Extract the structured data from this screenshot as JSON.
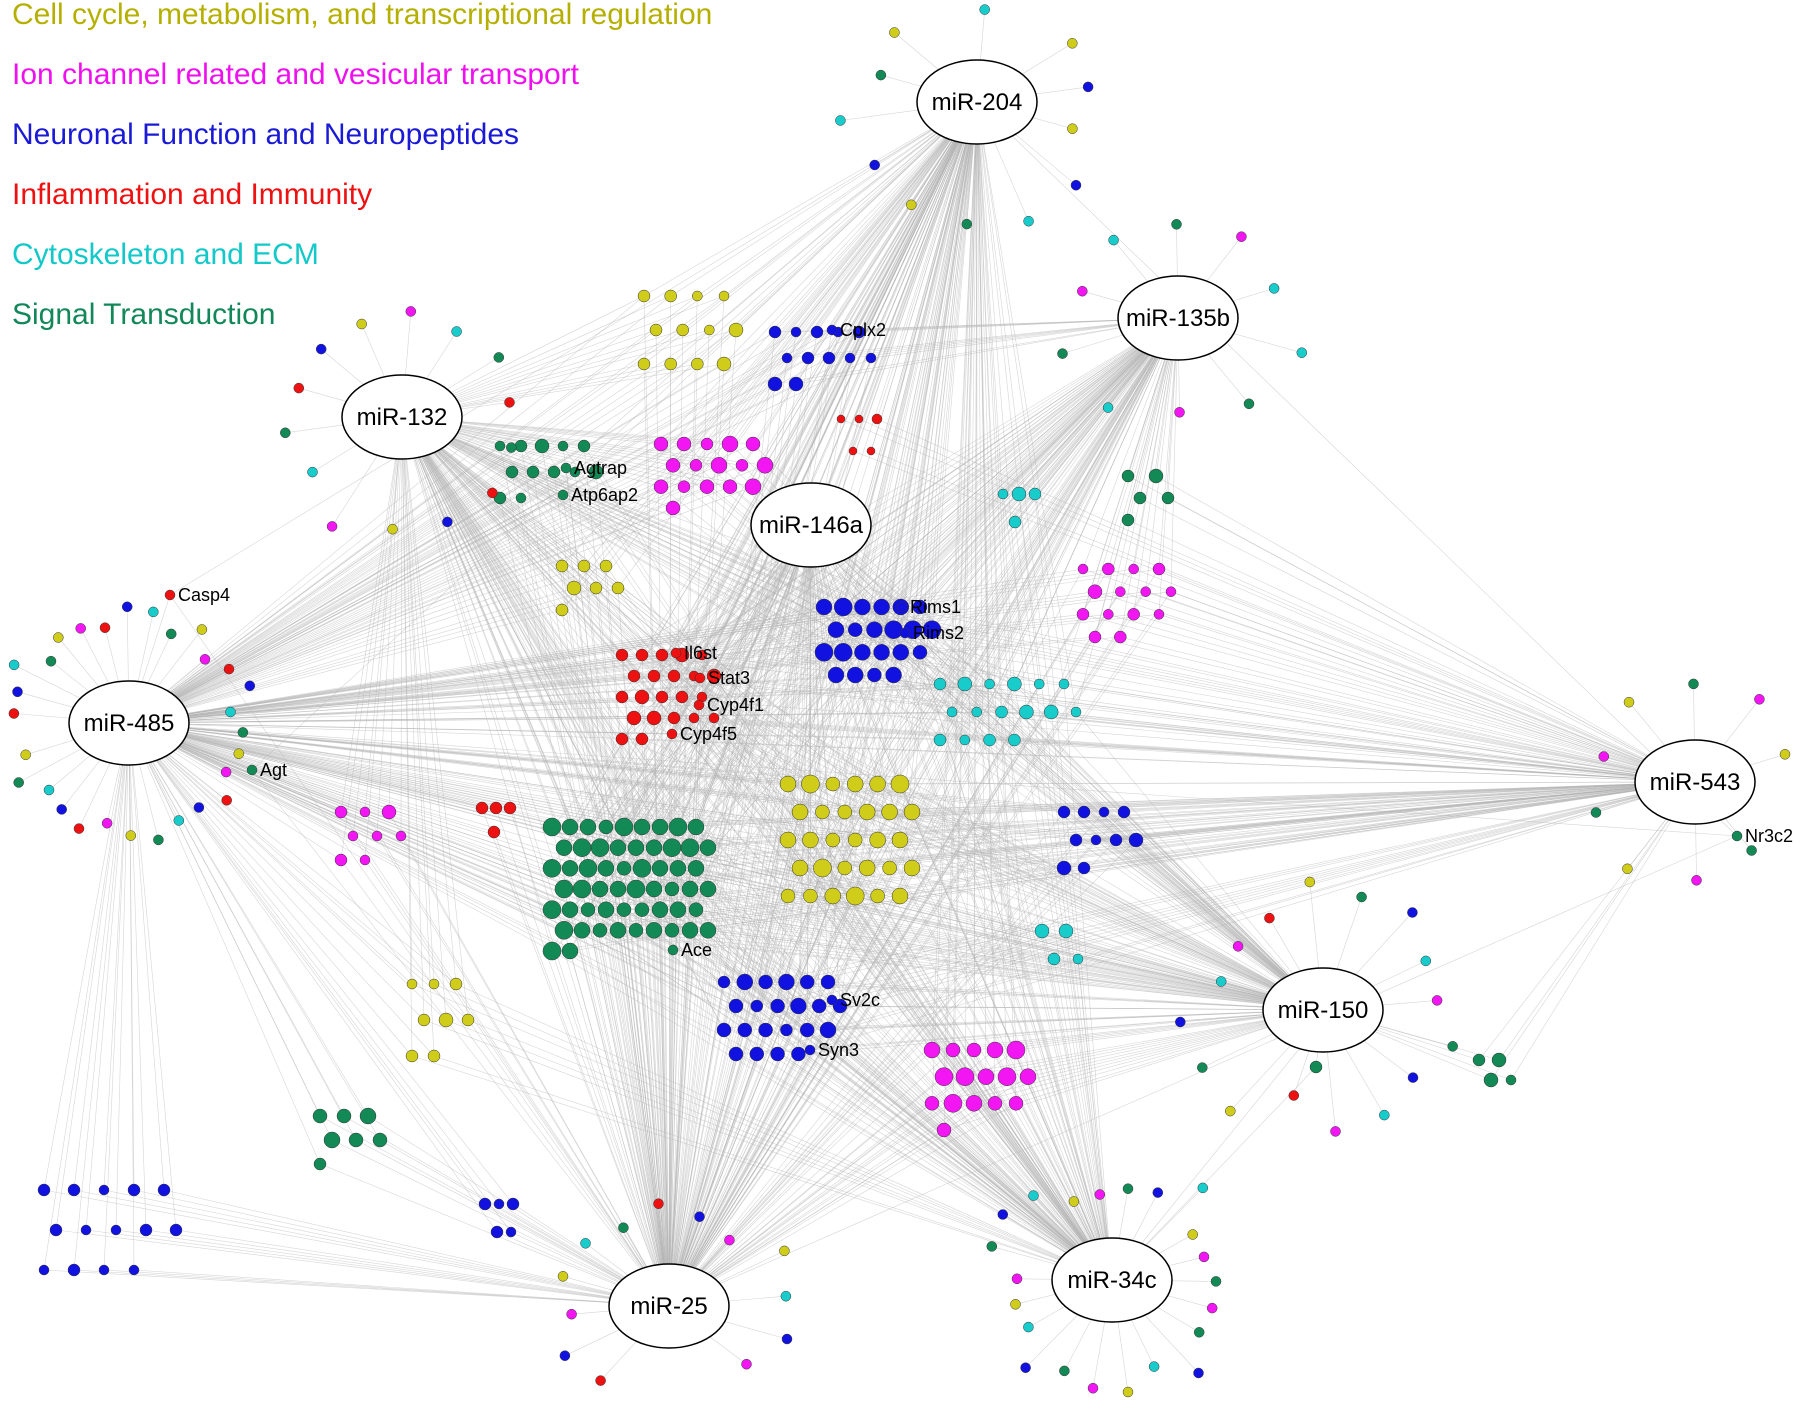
{
  "legend": [
    {
      "label": "Cell cycle, metabolism, and transcriptional regulation",
      "color": "#b5b000"
    },
    {
      "label": "Ion channel related and vesicular transport",
      "color": "#ee10ee"
    },
    {
      "label": "Neuronal Function and Neuropeptides",
      "color": "#1a1ad6"
    },
    {
      "label": "Inflammation and Immunity",
      "color": "#ee1111"
    },
    {
      "label": "Cytoskeleton and ECM",
      "color": "#12c8c8"
    },
    {
      "label": "Signal Transduction",
      "color": "#12875a"
    }
  ],
  "colors": {
    "cell_cycle": "#cfcc1a",
    "ion_channel": "#f216f2",
    "neuronal": "#1212e0",
    "inflammation": "#ee1111",
    "cytoskeleton": "#18cccc",
    "signal": "#138a55",
    "edge": "#b4b4b4"
  },
  "hubs": [
    {
      "id": "miR-204",
      "label": "miR-204"
    },
    {
      "id": "miR-135b",
      "label": "miR-135b"
    },
    {
      "id": "miR-132",
      "label": "miR-132"
    },
    {
      "id": "miR-146a",
      "label": "miR-146a"
    },
    {
      "id": "miR-485",
      "label": "miR-485"
    },
    {
      "id": "miR-543",
      "label": "miR-543"
    },
    {
      "id": "miR-150",
      "label": "miR-150"
    },
    {
      "id": "miR-25",
      "label": "miR-25"
    },
    {
      "id": "miR-34c",
      "label": "miR-34c"
    }
  ],
  "gene_labels": [
    "Cplx2",
    "Agtrap",
    "Atp6ap2",
    "Casp4",
    "Rims1",
    "Rims2",
    "Il6st",
    "Stat3",
    "Cyp4f1",
    "Cyp4f5",
    "Agt",
    "Nr3c2",
    "Ace",
    "Sv2c",
    "Syn3"
  ]
}
